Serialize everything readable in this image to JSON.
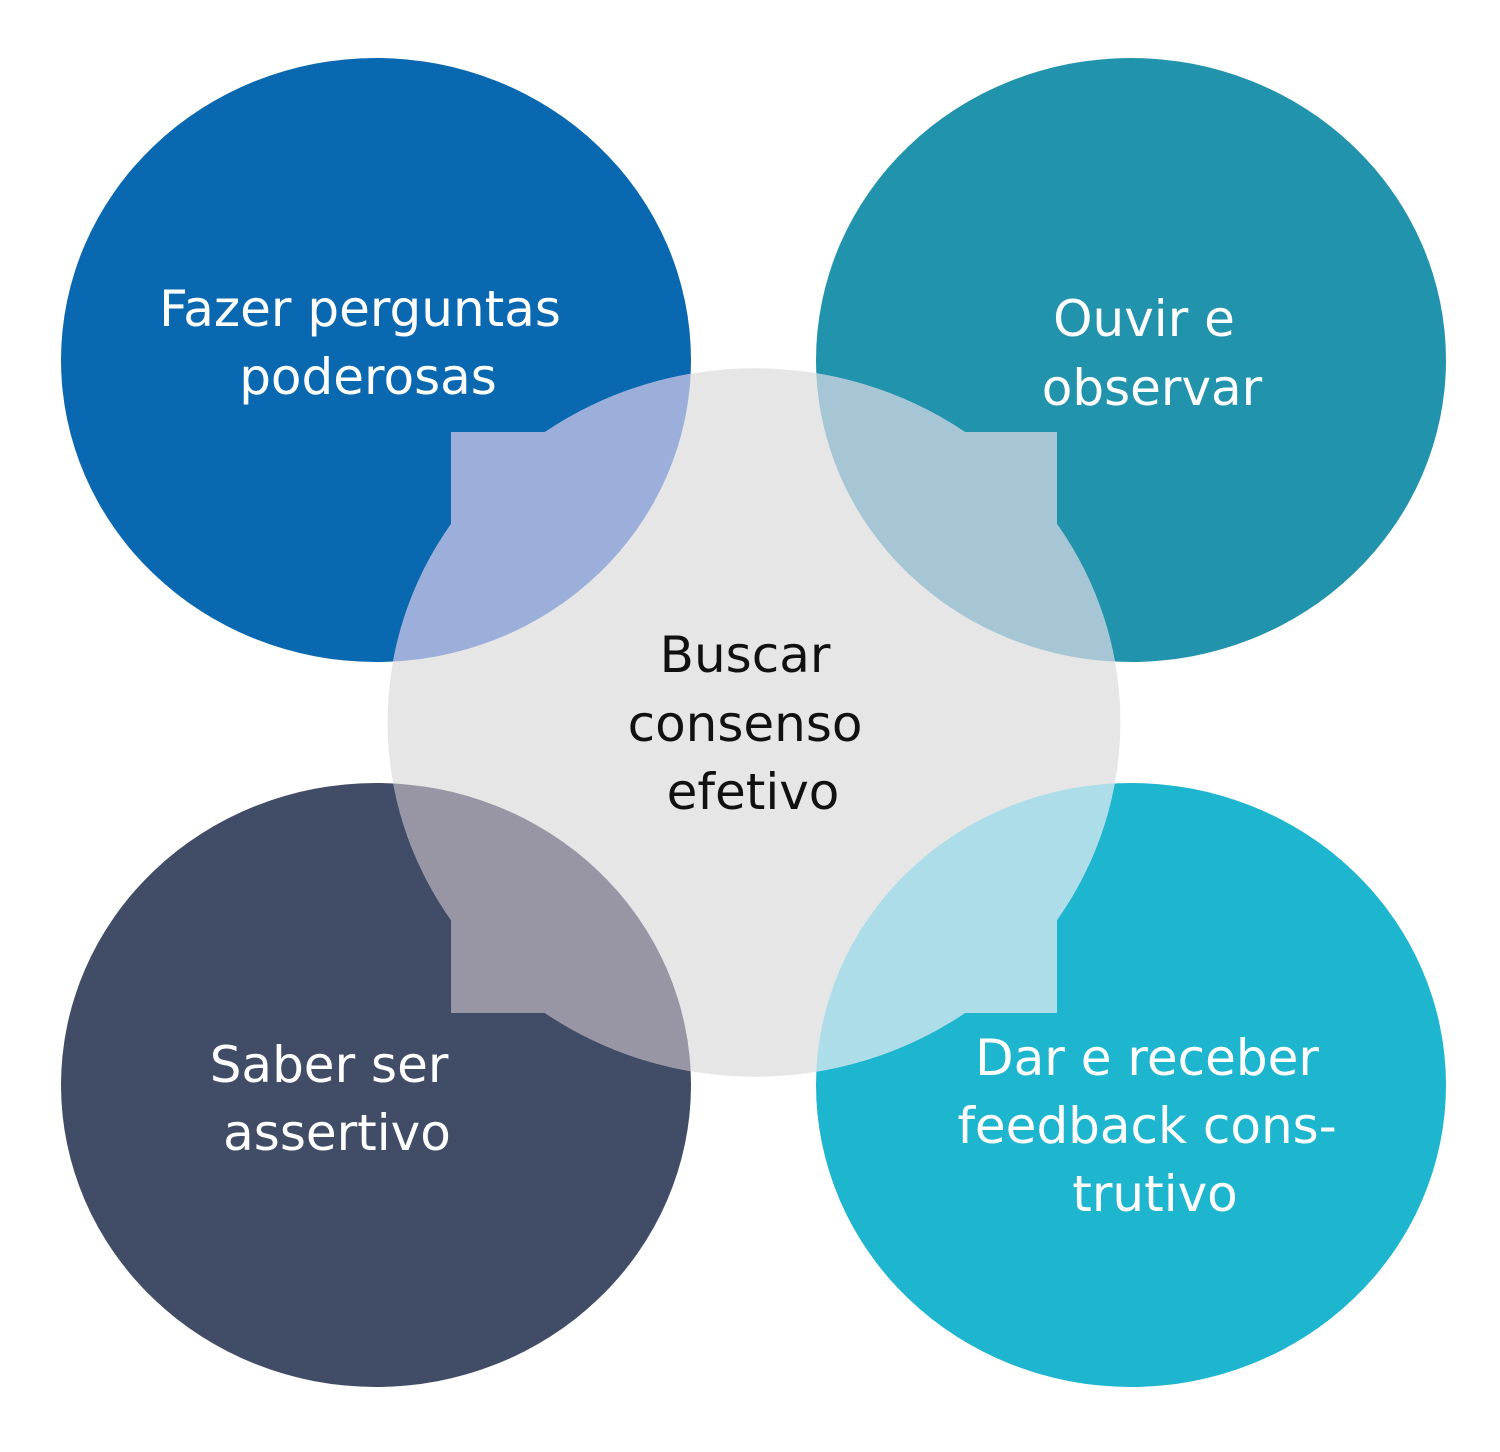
{
  "center": {
    "lines": [
      "Buscar",
      "consenso",
      "efetivo"
    ],
    "color": "#e6e6e6",
    "text_color": "#111111"
  },
  "nodes": [
    {
      "id": "top-left",
      "lines": [
        "Fazer perguntas",
        "poderosas"
      ],
      "color": "#0a68b0",
      "overlap_color": "#9bafda"
    },
    {
      "id": "top-right",
      "lines": [
        "Ouvir e",
        "observar"
      ],
      "color": "#2293ac",
      "overlap_color": "#a6c6d5"
    },
    {
      "id": "bottom-left",
      "lines": [
        "Saber ser",
        "assertivo"
      ],
      "color": "#414d66",
      "overlap_color": "#9896a5"
    },
    {
      "id": "bottom-right",
      "lines": [
        "Dar e receber",
        "feedback cons-",
        "trutivo"
      ],
      "color": "#1eb6cf",
      "overlap_color": "#acdde9"
    }
  ]
}
